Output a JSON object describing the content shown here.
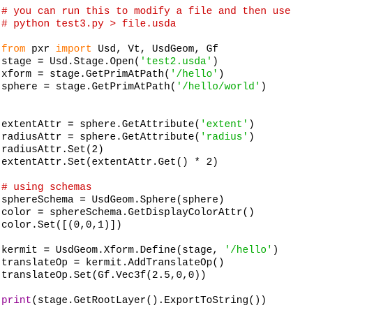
{
  "colors": {
    "background": "#ffffff",
    "plain": "#000000",
    "comment": "#cc0000",
    "keyword": "#ff7700",
    "string": "#00aa00",
    "builtin": "#900090"
  },
  "editor": {
    "lines": [
      [
        {
          "t": "comment",
          "v": "# you can run this to modify a file and then use"
        }
      ],
      [
        {
          "t": "comment",
          "v": "# python test3.py > file.usda"
        }
      ],
      [],
      [
        {
          "t": "keyword",
          "v": "from"
        },
        {
          "t": "plain",
          "v": " pxr "
        },
        {
          "t": "keyword",
          "v": "import"
        },
        {
          "t": "plain",
          "v": " Usd, Vt, UsdGeom, Gf"
        }
      ],
      [
        {
          "t": "plain",
          "v": "stage = Usd.Stage.Open("
        },
        {
          "t": "string",
          "v": "'test2.usda'"
        },
        {
          "t": "plain",
          "v": ")"
        }
      ],
      [
        {
          "t": "plain",
          "v": "xform = stage.GetPrimAtPath("
        },
        {
          "t": "string",
          "v": "'/hello'"
        },
        {
          "t": "plain",
          "v": ")"
        }
      ],
      [
        {
          "t": "plain",
          "v": "sphere = stage.GetPrimAtPath("
        },
        {
          "t": "string",
          "v": "'/hello/world'"
        },
        {
          "t": "plain",
          "v": ")"
        }
      ],
      [],
      [],
      [
        {
          "t": "plain",
          "v": "extentAttr = sphere.GetAttribute("
        },
        {
          "t": "string",
          "v": "'extent'"
        },
        {
          "t": "plain",
          "v": ")"
        }
      ],
      [
        {
          "t": "plain",
          "v": "radiusAttr = sphere.GetAttribute("
        },
        {
          "t": "string",
          "v": "'radius'"
        },
        {
          "t": "plain",
          "v": ")"
        }
      ],
      [
        {
          "t": "plain",
          "v": "radiusAttr.Set(2)"
        }
      ],
      [
        {
          "t": "plain",
          "v": "extentAttr.Set(extentAttr.Get() * 2)"
        }
      ],
      [],
      [
        {
          "t": "comment",
          "v": "# using schemas"
        }
      ],
      [
        {
          "t": "plain",
          "v": "sphereSchema = UsdGeom.Sphere(sphere)"
        }
      ],
      [
        {
          "t": "plain",
          "v": "color = sphereSchema.GetDisplayColorAttr()"
        }
      ],
      [
        {
          "t": "plain",
          "v": "color.Set([(0,0,1)])"
        }
      ],
      [],
      [
        {
          "t": "plain",
          "v": "kermit = UsdGeom.Xform.Define(stage, "
        },
        {
          "t": "string",
          "v": "'/hello'"
        },
        {
          "t": "plain",
          "v": ")"
        }
      ],
      [
        {
          "t": "plain",
          "v": "translateOp = kermit.AddTranslateOp()"
        }
      ],
      [
        {
          "t": "plain",
          "v": "translateOp.Set(Gf.Vec3f(2.5,0,0))"
        }
      ],
      [],
      [
        {
          "t": "builtin",
          "v": "print"
        },
        {
          "t": "plain",
          "v": "(stage.GetRootLayer().ExportToString())"
        }
      ]
    ]
  }
}
